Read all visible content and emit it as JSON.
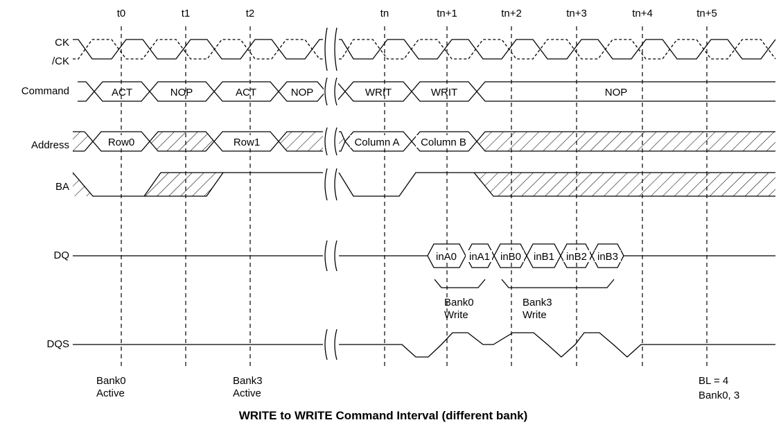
{
  "title": "WRITE to WRITE Command Interval (different bank)",
  "time_labels": [
    "t0",
    "t1",
    "t2",
    "tn",
    "tn+1",
    "tn+2",
    "tn+3",
    "tn+4",
    "tn+5"
  ],
  "signals": {
    "ck": "CK",
    "ck_bar": "/CK",
    "command": "Command",
    "address": "Address",
    "ba": "BA",
    "dq": "DQ",
    "dqs": "DQS"
  },
  "commands": [
    "ACT",
    "NOP",
    "ACT",
    "NOP",
    "WRIT",
    "WRIT",
    "NOP"
  ],
  "addresses": [
    "Row0",
    "Row1",
    "Column A",
    "Column B"
  ],
  "dq_data": [
    "inA0",
    "inA1",
    "inB0",
    "inB1",
    "inB2",
    "inB3"
  ],
  "annotations": {
    "bank0_write": [
      "Bank0",
      "Write"
    ],
    "bank3_write": [
      "Bank3",
      "Write"
    ],
    "bank0_active": [
      "Bank0",
      "Active"
    ],
    "bank3_active": [
      "Bank3",
      "Active"
    ],
    "burst_note": [
      "BL = 4",
      "Bank0, 3"
    ]
  }
}
